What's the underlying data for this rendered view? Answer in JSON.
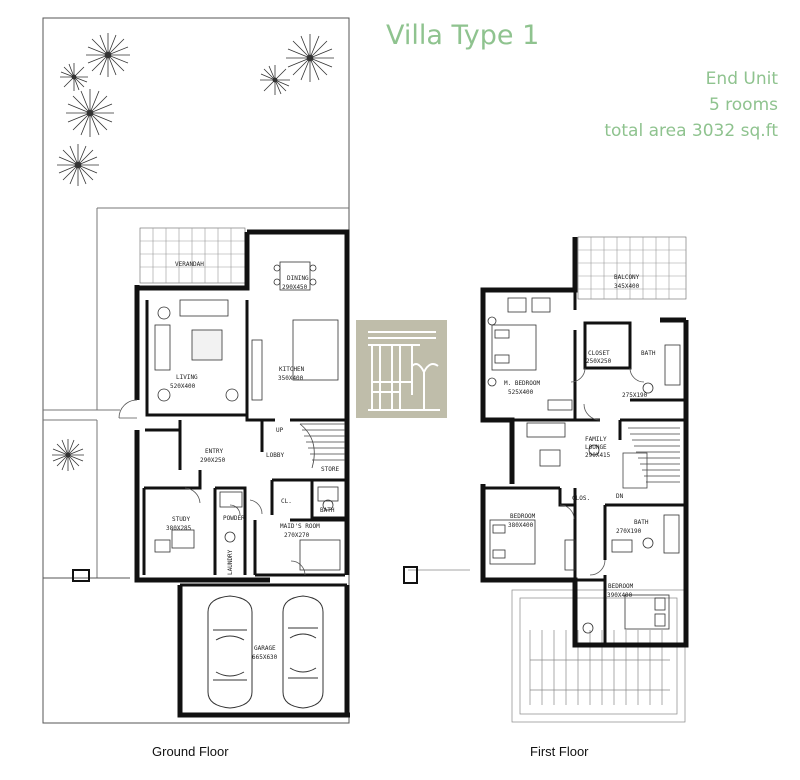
{
  "header": {
    "title": "Villa Type 1",
    "unit_type": "End Unit",
    "rooms": "5 rooms",
    "total_area": "total area 3032 sq.ft"
  },
  "floors": {
    "ground_label": "Ground Floor",
    "first_label": "First Floor"
  },
  "ground_rooms": {
    "verandah": "VERANDAH",
    "dining": "DINING",
    "dining_size": "290X450",
    "living": "LIVING",
    "living_size": "520X400",
    "kitchen": "KITCHEN",
    "kitchen_size": "350X400",
    "entry": "ENTRY",
    "entry_size": "290X250",
    "lobby": "LOBBY",
    "store": "STORE",
    "up": "UP",
    "study": "STUDY",
    "study_size": "380X285",
    "powder": "POWDER",
    "laundry": "LAUNDRY",
    "maids_room": "MAID'S ROOM",
    "maids_size": "270X270",
    "closet": "CL.",
    "bath": "BATH",
    "garage": "GARAGE",
    "garage_size": "665X630"
  },
  "first_rooms": {
    "balcony": "BALCONY",
    "balcony_size": "345X400",
    "closet": "CLOSET",
    "closet_size": "250X250",
    "bath_1": "BATH",
    "bath_1_size": "275X190",
    "master": "M. BEDROOM",
    "master_size": "525X400",
    "family": "FAMILY",
    "lounge": "LOUNGE",
    "family_size": "290X415",
    "dn": "DN",
    "clos": "CLOS.",
    "bedroom_1": "BEDROOM",
    "bedroom_1_size": "380X400",
    "bath_2": "BATH",
    "bath_2_size": "270X190",
    "bedroom_2": "BEDROOM",
    "bedroom_2_size": "390X400"
  },
  "colors": {
    "accent": "#8fc38f",
    "wall": "#111111",
    "logo_bg": "#bfbdaa"
  }
}
